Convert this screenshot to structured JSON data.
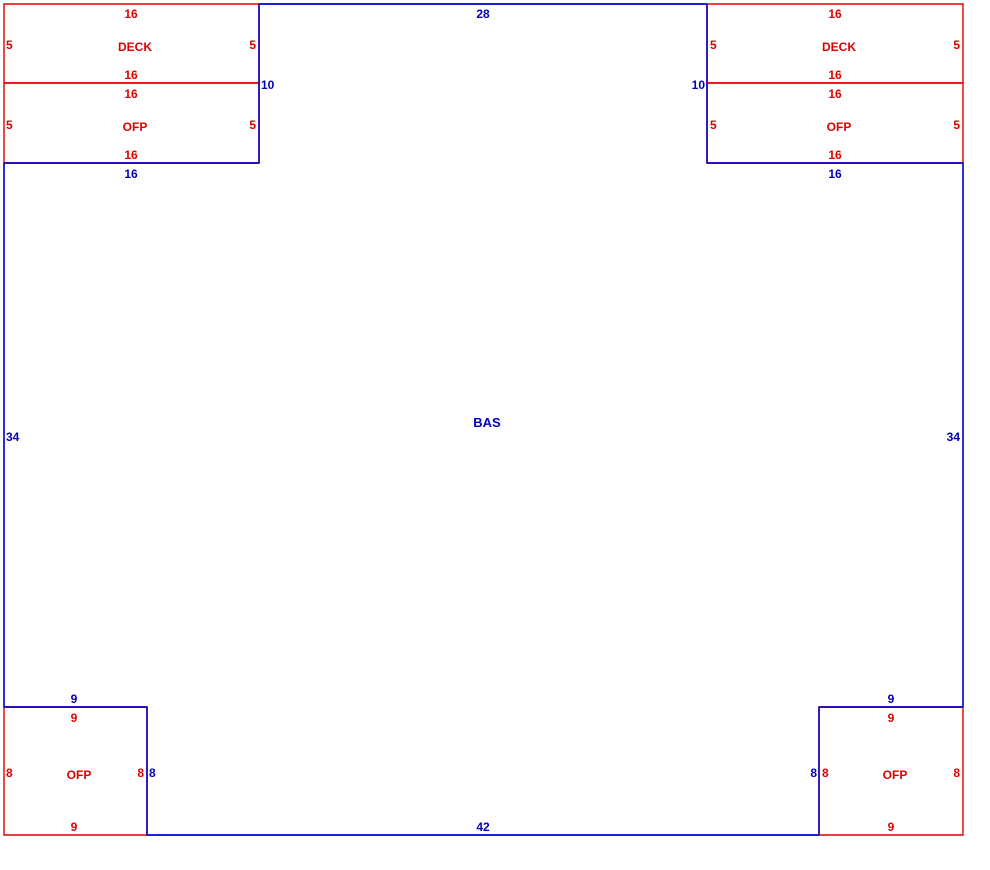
{
  "colors": {
    "main_area": "#0000cc",
    "sub_area": "#e00000"
  },
  "areas": {
    "bas": {
      "label": "BAS",
      "dims": {
        "top": "28",
        "left": "34",
        "right": "34",
        "bottom": "42",
        "top_left_step": "16",
        "top_right_step": "16",
        "left_notch_vertical": "10",
        "right_notch_vertical": "10",
        "bottom_left_step": "9",
        "bottom_right_step": "9",
        "bottom_left_vertical": "8",
        "bottom_right_vertical": "8"
      }
    },
    "deck_left": {
      "label": "DECK",
      "top": "16",
      "bottom": "16",
      "left": "5",
      "right": "5"
    },
    "ofp_left_top": {
      "label": "OFP",
      "top": "16",
      "bottom": "16",
      "left": "5",
      "right": "5"
    },
    "deck_right": {
      "label": "DECK",
      "top": "16",
      "bottom": "16",
      "left": "5",
      "right": "5"
    },
    "ofp_right_top": {
      "label": "OFP",
      "top": "16",
      "bottom": "16",
      "left": "5",
      "right": "5"
    },
    "ofp_left_bottom": {
      "label": "OFP",
      "top": "9",
      "bottom": "9",
      "left": "8",
      "right": "8"
    },
    "ofp_right_bottom": {
      "label": "OFP",
      "top": "9",
      "bottom": "9",
      "left": "8",
      "right": "8"
    }
  }
}
